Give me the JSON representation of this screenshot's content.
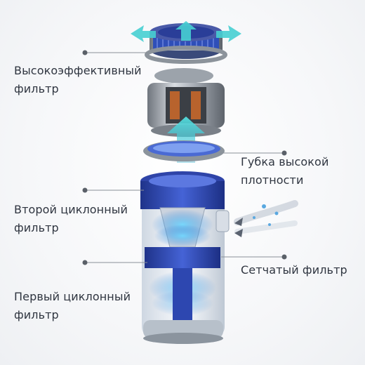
{
  "labels": {
    "hepa_filter": "Высокоэффективный\nфильтр",
    "foam_sponge": "Губка высокой\nплотности",
    "second_cyclone": "Второй циклонный\nфильтр",
    "mesh_filter": "Сетчатый фильтр",
    "first_cyclone": "Первый циклонный\nфильтр"
  },
  "colors": {
    "accent_teal": "#39c6c6",
    "filter_blue": "#2f4fb8",
    "metal_gray": "#9aa1aa",
    "text": "#2f3540"
  },
  "icons": [
    "airflow-arrow-icon",
    "air-intake-swirl-icon"
  ]
}
